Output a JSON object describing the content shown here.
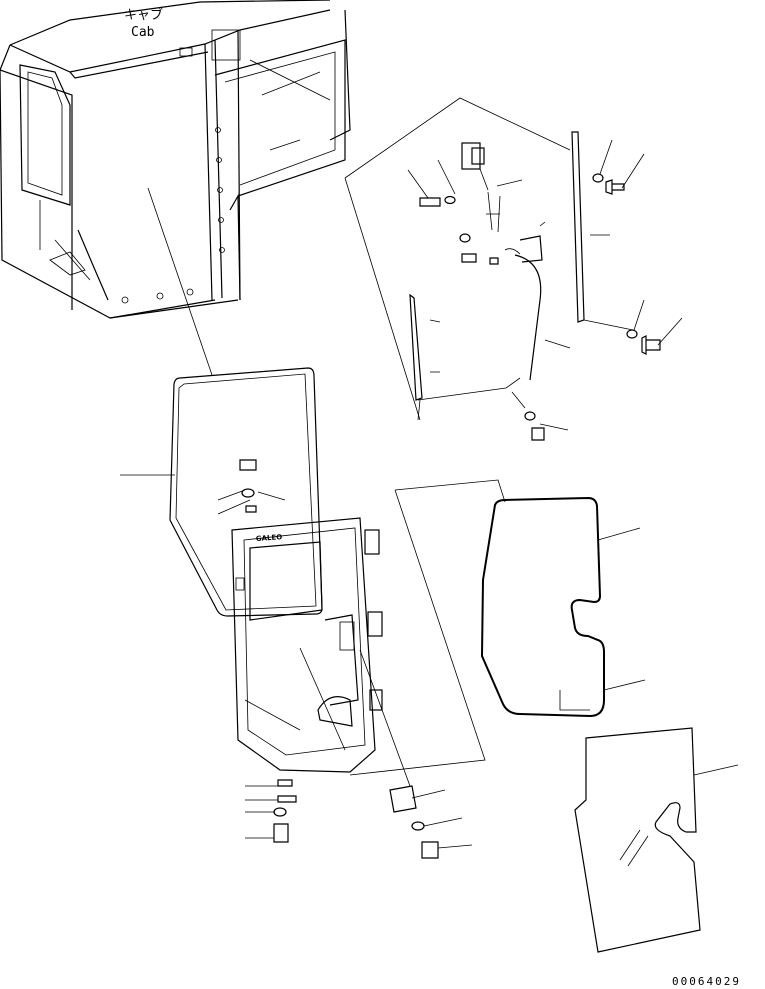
{
  "diagram": {
    "cab_label_jp": "キャブ",
    "cab_label_en": "Cab",
    "door_brand": "GALEO",
    "document_number": "00064029"
  }
}
